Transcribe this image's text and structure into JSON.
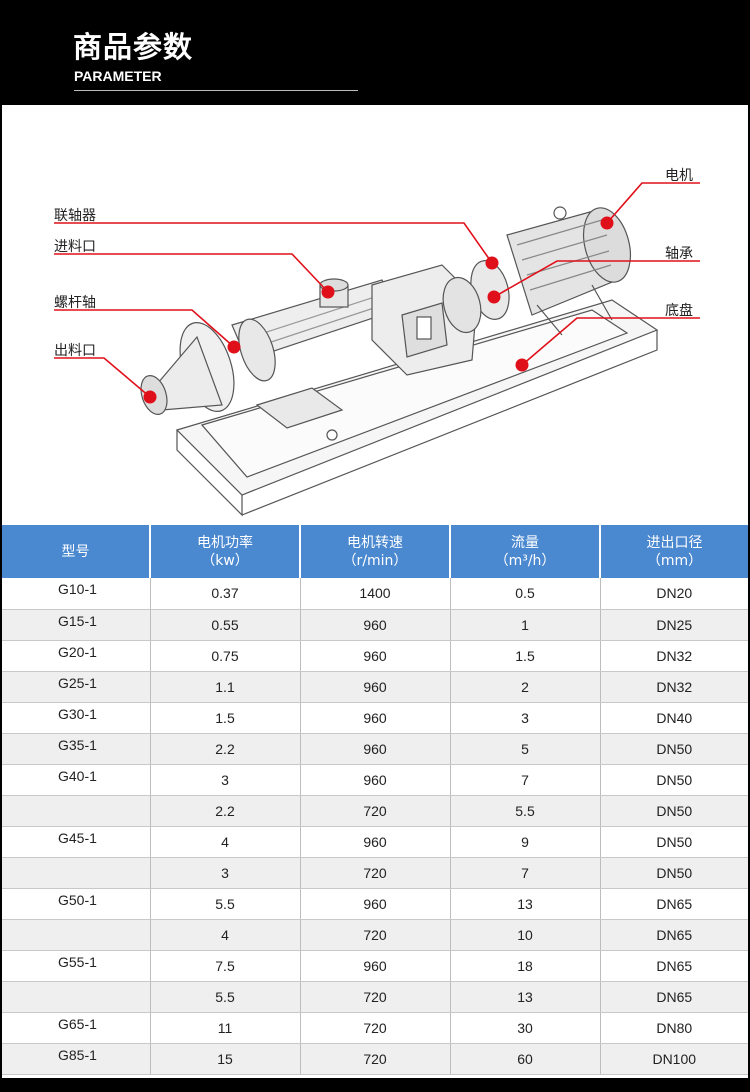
{
  "header": {
    "title": "商品参数",
    "subtitle": "PARAMETER"
  },
  "diagram": {
    "labels": {
      "coupling": "联轴器",
      "inlet": "进料口",
      "screw_shaft": "螺杆轴",
      "outlet": "出料口",
      "motor": "电机",
      "bearing": "轴承",
      "base": "底盘"
    },
    "accent_color": "#e0101a"
  },
  "table": {
    "headers": [
      {
        "line1": "型号",
        "line2": ""
      },
      {
        "line1": "电机功率",
        "line2": "（kw）"
      },
      {
        "line1": "电机转速",
        "line2": "（r/min）"
      },
      {
        "line1": "流量",
        "line2": "（m³/h）"
      },
      {
        "line1": "进出口径",
        "line2": "（mm）"
      }
    ],
    "rows": [
      [
        "G10-1",
        "0.37",
        "1400",
        "0.5",
        "DN20"
      ],
      [
        "G15-1",
        "0.55",
        "960",
        "1",
        "DN25"
      ],
      [
        "G20-1",
        "0.75",
        "960",
        "1.5",
        "DN32"
      ],
      [
        "G25-1",
        "1.1",
        "960",
        "2",
        "DN32"
      ],
      [
        "G30-1",
        "1.5",
        "960",
        "3",
        "DN40"
      ],
      [
        "G35-1",
        "2.2",
        "960",
        "5",
        "DN50"
      ],
      [
        "G40-1",
        "3",
        "960",
        "7",
        "DN50"
      ],
      [
        "",
        "2.2",
        "720",
        "5.5",
        "DN50"
      ],
      [
        "G45-1",
        "4",
        "960",
        "9",
        "DN50"
      ],
      [
        "",
        "3",
        "720",
        "7",
        "DN50"
      ],
      [
        "G50-1",
        "5.5",
        "960",
        "13",
        "DN65"
      ],
      [
        "",
        "4",
        "720",
        "10",
        "DN65"
      ],
      [
        "G55-1",
        "7.5",
        "960",
        "18",
        "DN65"
      ],
      [
        "",
        "5.5",
        "720",
        "13",
        "DN65"
      ],
      [
        "G65-1",
        "11",
        "720",
        "30",
        "DN80"
      ],
      [
        "G85-1",
        "15",
        "720",
        "60",
        "DN100"
      ]
    ],
    "header_color": "#4a88d0"
  }
}
